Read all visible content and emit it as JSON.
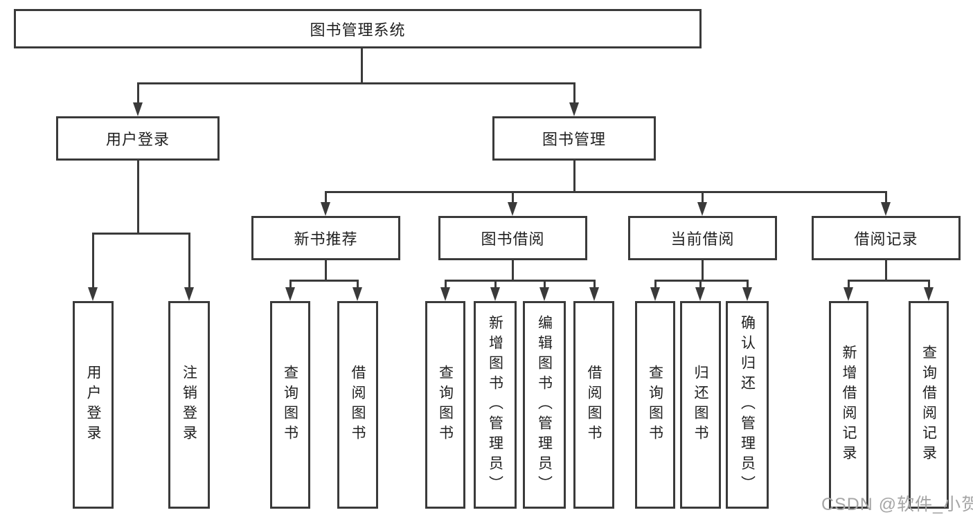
{
  "diagram": {
    "root": {
      "label": "图书管理系统"
    },
    "branches": [
      {
        "label": "用户登录",
        "leaves": [
          "用户登录",
          "注销登录"
        ]
      },
      {
        "label": "图书管理",
        "children": [
          {
            "label": "新书推荐",
            "leaves": [
              "查询图书",
              "借阅图书"
            ]
          },
          {
            "label": "图书借阅",
            "leaves": [
              "查询图书",
              "新增图书（管理员）",
              "编辑图书（管理员）",
              "借阅图书"
            ]
          },
          {
            "label": "当前借阅",
            "leaves": [
              "查询图书",
              "归还图书",
              "确认归还（管理员）"
            ]
          },
          {
            "label": "借阅记录",
            "leaves": [
              "新增借阅记录",
              "查询借阅记录"
            ]
          }
        ]
      }
    ]
  },
  "watermark": {
    "text": "CSDN @软件_小贺同学"
  },
  "colors": {
    "line": "#3a3a3a",
    "text": "#202020",
    "watermark": "#a6a6a6",
    "background": "#ffffff"
  }
}
